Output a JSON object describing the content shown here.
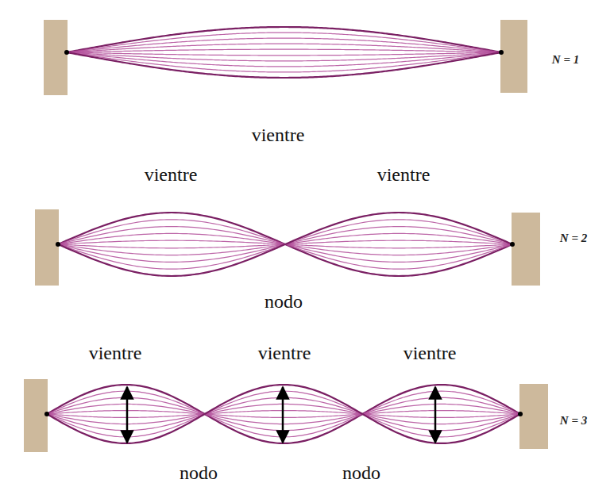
{
  "diagram": {
    "labels": [
      "N = 1",
      "vientre",
      "vientre",
      "vientre",
      "N = 2",
      "nodo",
      "vientre",
      "vientre",
      "vientre",
      "N = 3",
      "nodo",
      "nodo"
    ]
  }
}
